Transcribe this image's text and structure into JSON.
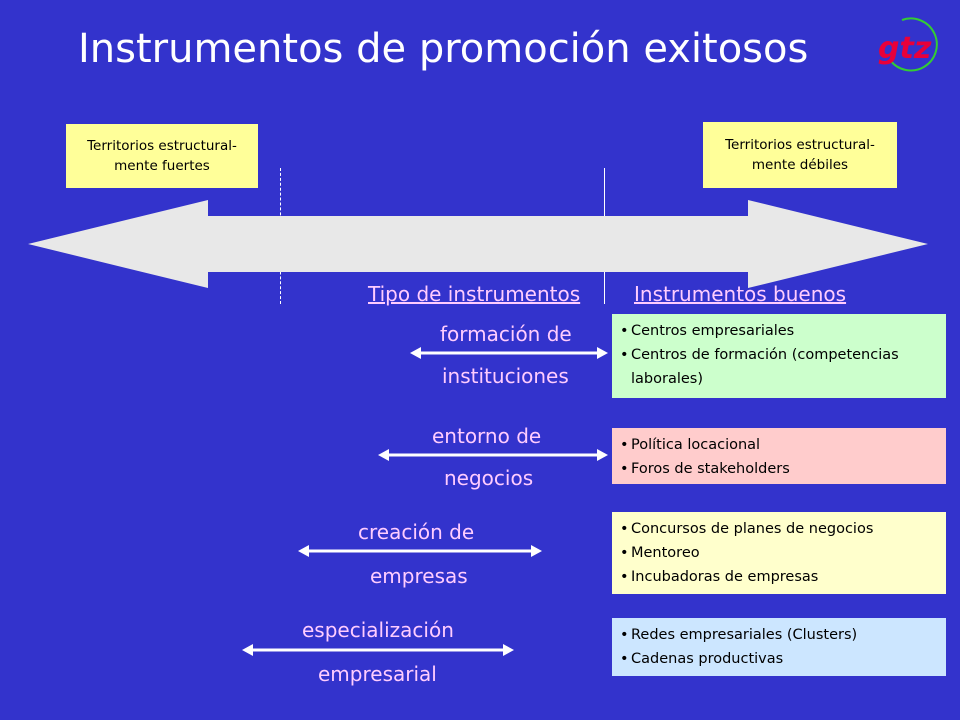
{
  "title": "Instrumentos de promoción exitosos",
  "logo": {
    "text": "gtz",
    "colors": {
      "letters": "#e8003a",
      "ring": "#33cc33"
    }
  },
  "spectrum": {
    "left_label_1": "Territorios estructural-",
    "left_label_2": "mente fuertes",
    "right_label_1": "Territorios estructural-",
    "right_label_2": "mente débiles"
  },
  "headers": {
    "type": "Tipo de instrumentos",
    "good": "Instrumentos buenos"
  },
  "categories": [
    {
      "line1": "formación de",
      "line2": "instituciones",
      "items": [
        "Centros empresariales",
        "Centros de formación (competencias laborales)"
      ]
    },
    {
      "line1": "entorno de",
      "line2": "negocios",
      "items": [
        "Política locacional",
        "Foros de stakeholders"
      ]
    },
    {
      "line1": "creación de",
      "line2": "empresas",
      "items": [
        "Concursos de planes de negocios",
        "Mentoreo",
        "Incubadoras de empresas"
      ]
    },
    {
      "line1": "especialización",
      "line2": "empresarial",
      "items": [
        "Redes empresariales (Clusters)",
        "Cadenas productivas"
      ]
    }
  ],
  "colors": {
    "background": "#3333cc",
    "category_text": "#ffccff",
    "box_green": "#ccffcc",
    "box_pink": "#ffcccc",
    "box_yellow": "#ffffcc",
    "box_blue": "#cce6ff",
    "label_yellow": "#ffff99"
  }
}
